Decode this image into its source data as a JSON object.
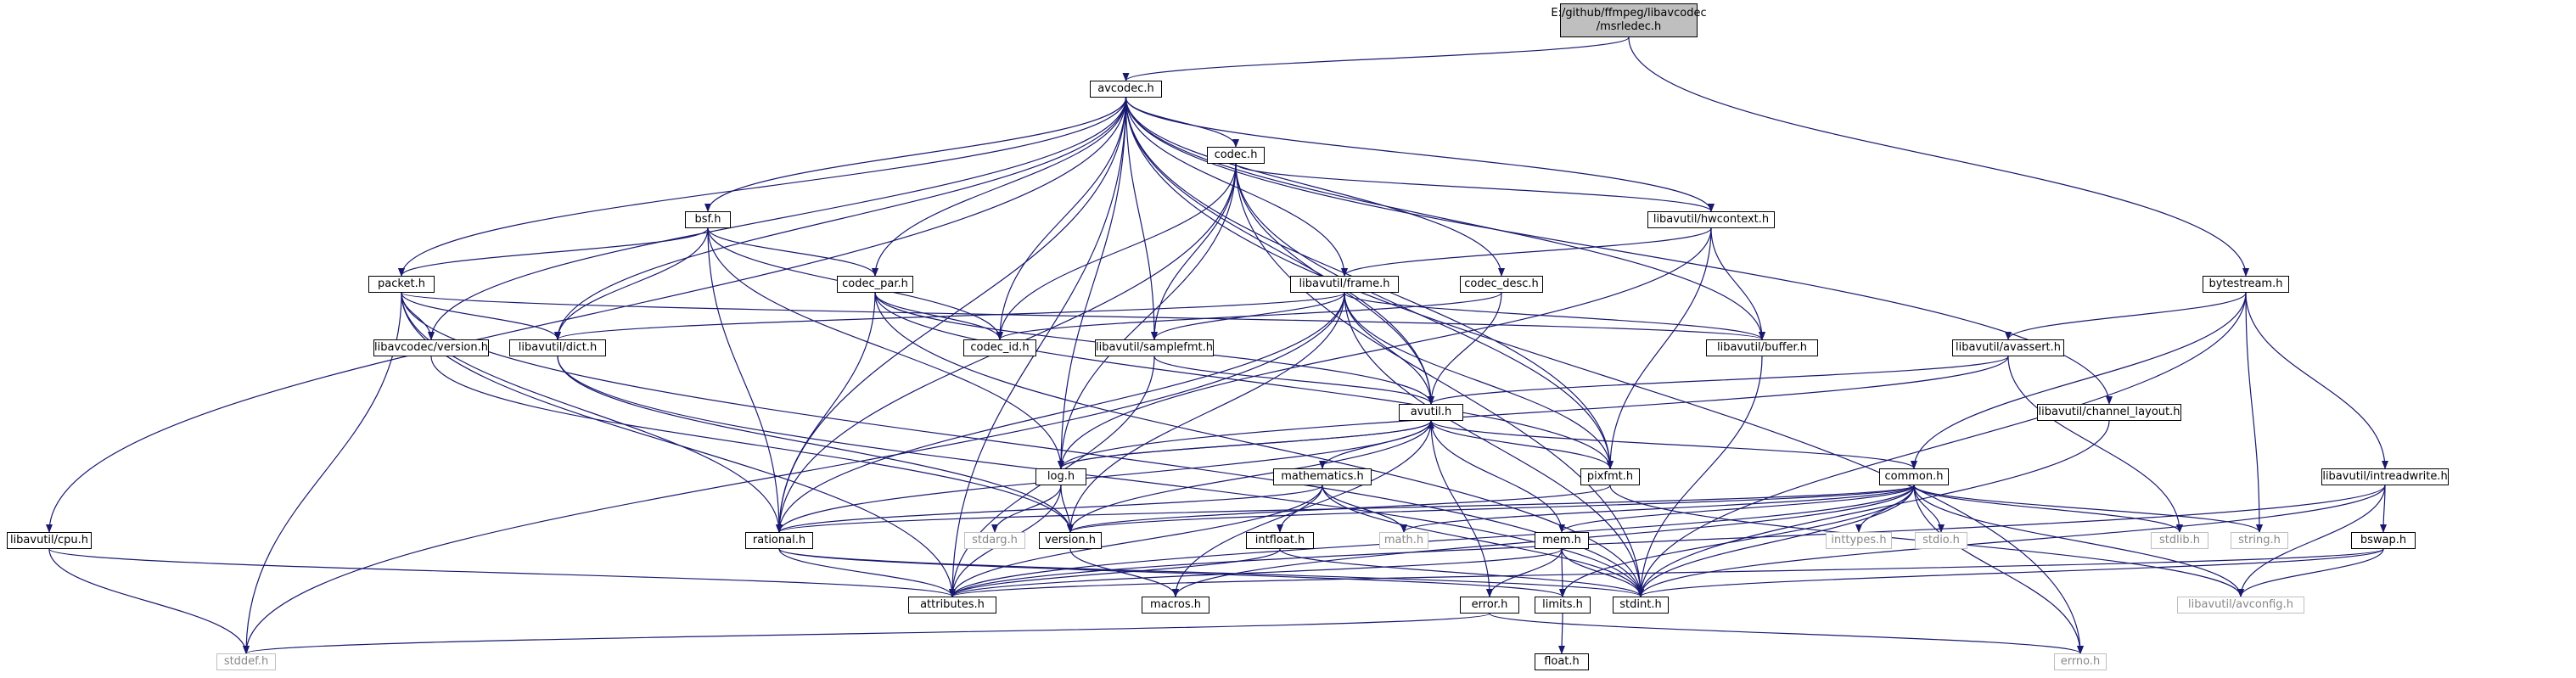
{
  "graph": {
    "root": {
      "line1": "E:/github/ffmpeg/libavcodec",
      "line2": "/msrledec.h"
    },
    "nodes": {
      "avcodec": "avcodec.h",
      "codec": "codec.h",
      "bsf": "bsf.h",
      "packet": "packet.h",
      "codec_par": "codec_par.h",
      "hwcontext": "libavutil/hwcontext.h",
      "frame": "libavutil/frame.h",
      "codec_desc": "codec_desc.h",
      "bytestream": "bytestream.h",
      "lavc_version": "libavcodec/version.h",
      "dict": "libavutil/dict.h",
      "codec_id": "codec_id.h",
      "samplefmt": "libavutil/samplefmt.h",
      "buffer": "libavutil/buffer.h",
      "avassert": "libavutil/avassert.h",
      "avutil": "avutil.h",
      "channel_layout": "libavutil/channel_layout.h",
      "log": "log.h",
      "pixfmt": "pixfmt.h",
      "common": "common.h",
      "intreadwrite": "libavutil/intreadwrite.h",
      "mathematics": "mathematics.h",
      "cpu": "libavutil/cpu.h",
      "rational": "rational.h",
      "stdarg": "stdarg.h",
      "version": "version.h",
      "math": "math.h",
      "intfloat": "intfloat.h",
      "mem": "mem.h",
      "inttypes": "inttypes.h",
      "stdio": "stdio.h",
      "stdlib": "stdlib.h",
      "string": "string.h",
      "bswap": "bswap.h",
      "attributes": "attributes.h",
      "macros": "macros.h",
      "error": "error.h",
      "limits": "limits.h",
      "stdint": "stdint.h",
      "avconfig": "libavutil/avconfig.h",
      "stddef": "stddef.h",
      "errno": "errno.h",
      "float": "float.h"
    }
  },
  "colors": {
    "edge": "#191970",
    "root_fill": "#bfbfbf",
    "node_border": "#000000",
    "ext_border": "#bfbfbf",
    "ext_text": "#888888"
  }
}
